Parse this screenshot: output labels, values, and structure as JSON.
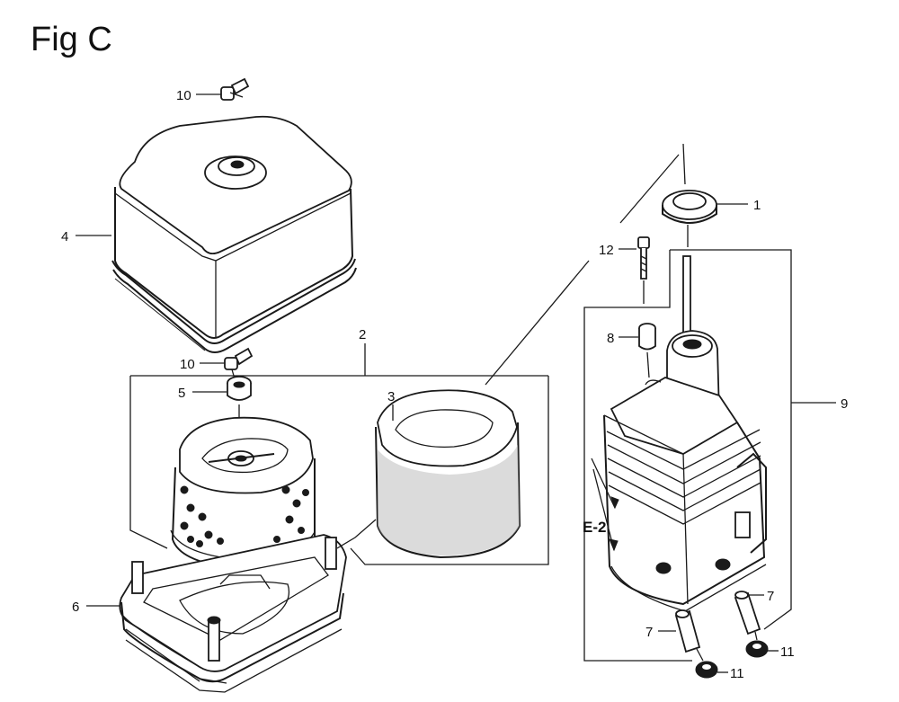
{
  "figure": {
    "title": "Fig C"
  },
  "callouts": [
    {
      "id": "c10a",
      "label": "10"
    },
    {
      "id": "c4",
      "label": "4"
    },
    {
      "id": "c2",
      "label": "2"
    },
    {
      "id": "c10b",
      "label": "10"
    },
    {
      "id": "c5",
      "label": "5"
    },
    {
      "id": "c3",
      "label": "3"
    },
    {
      "id": "c6",
      "label": "6"
    },
    {
      "id": "c1",
      "label": "1"
    },
    {
      "id": "c12",
      "label": "12"
    },
    {
      "id": "c8",
      "label": "8"
    },
    {
      "id": "c9",
      "label": "9"
    },
    {
      "id": "ce2",
      "label": "E-2"
    },
    {
      "id": "c7a",
      "label": "7"
    },
    {
      "id": "c7b",
      "label": "7"
    },
    {
      "id": "c11a",
      "label": "11"
    },
    {
      "id": "c11b",
      "label": "11"
    }
  ]
}
